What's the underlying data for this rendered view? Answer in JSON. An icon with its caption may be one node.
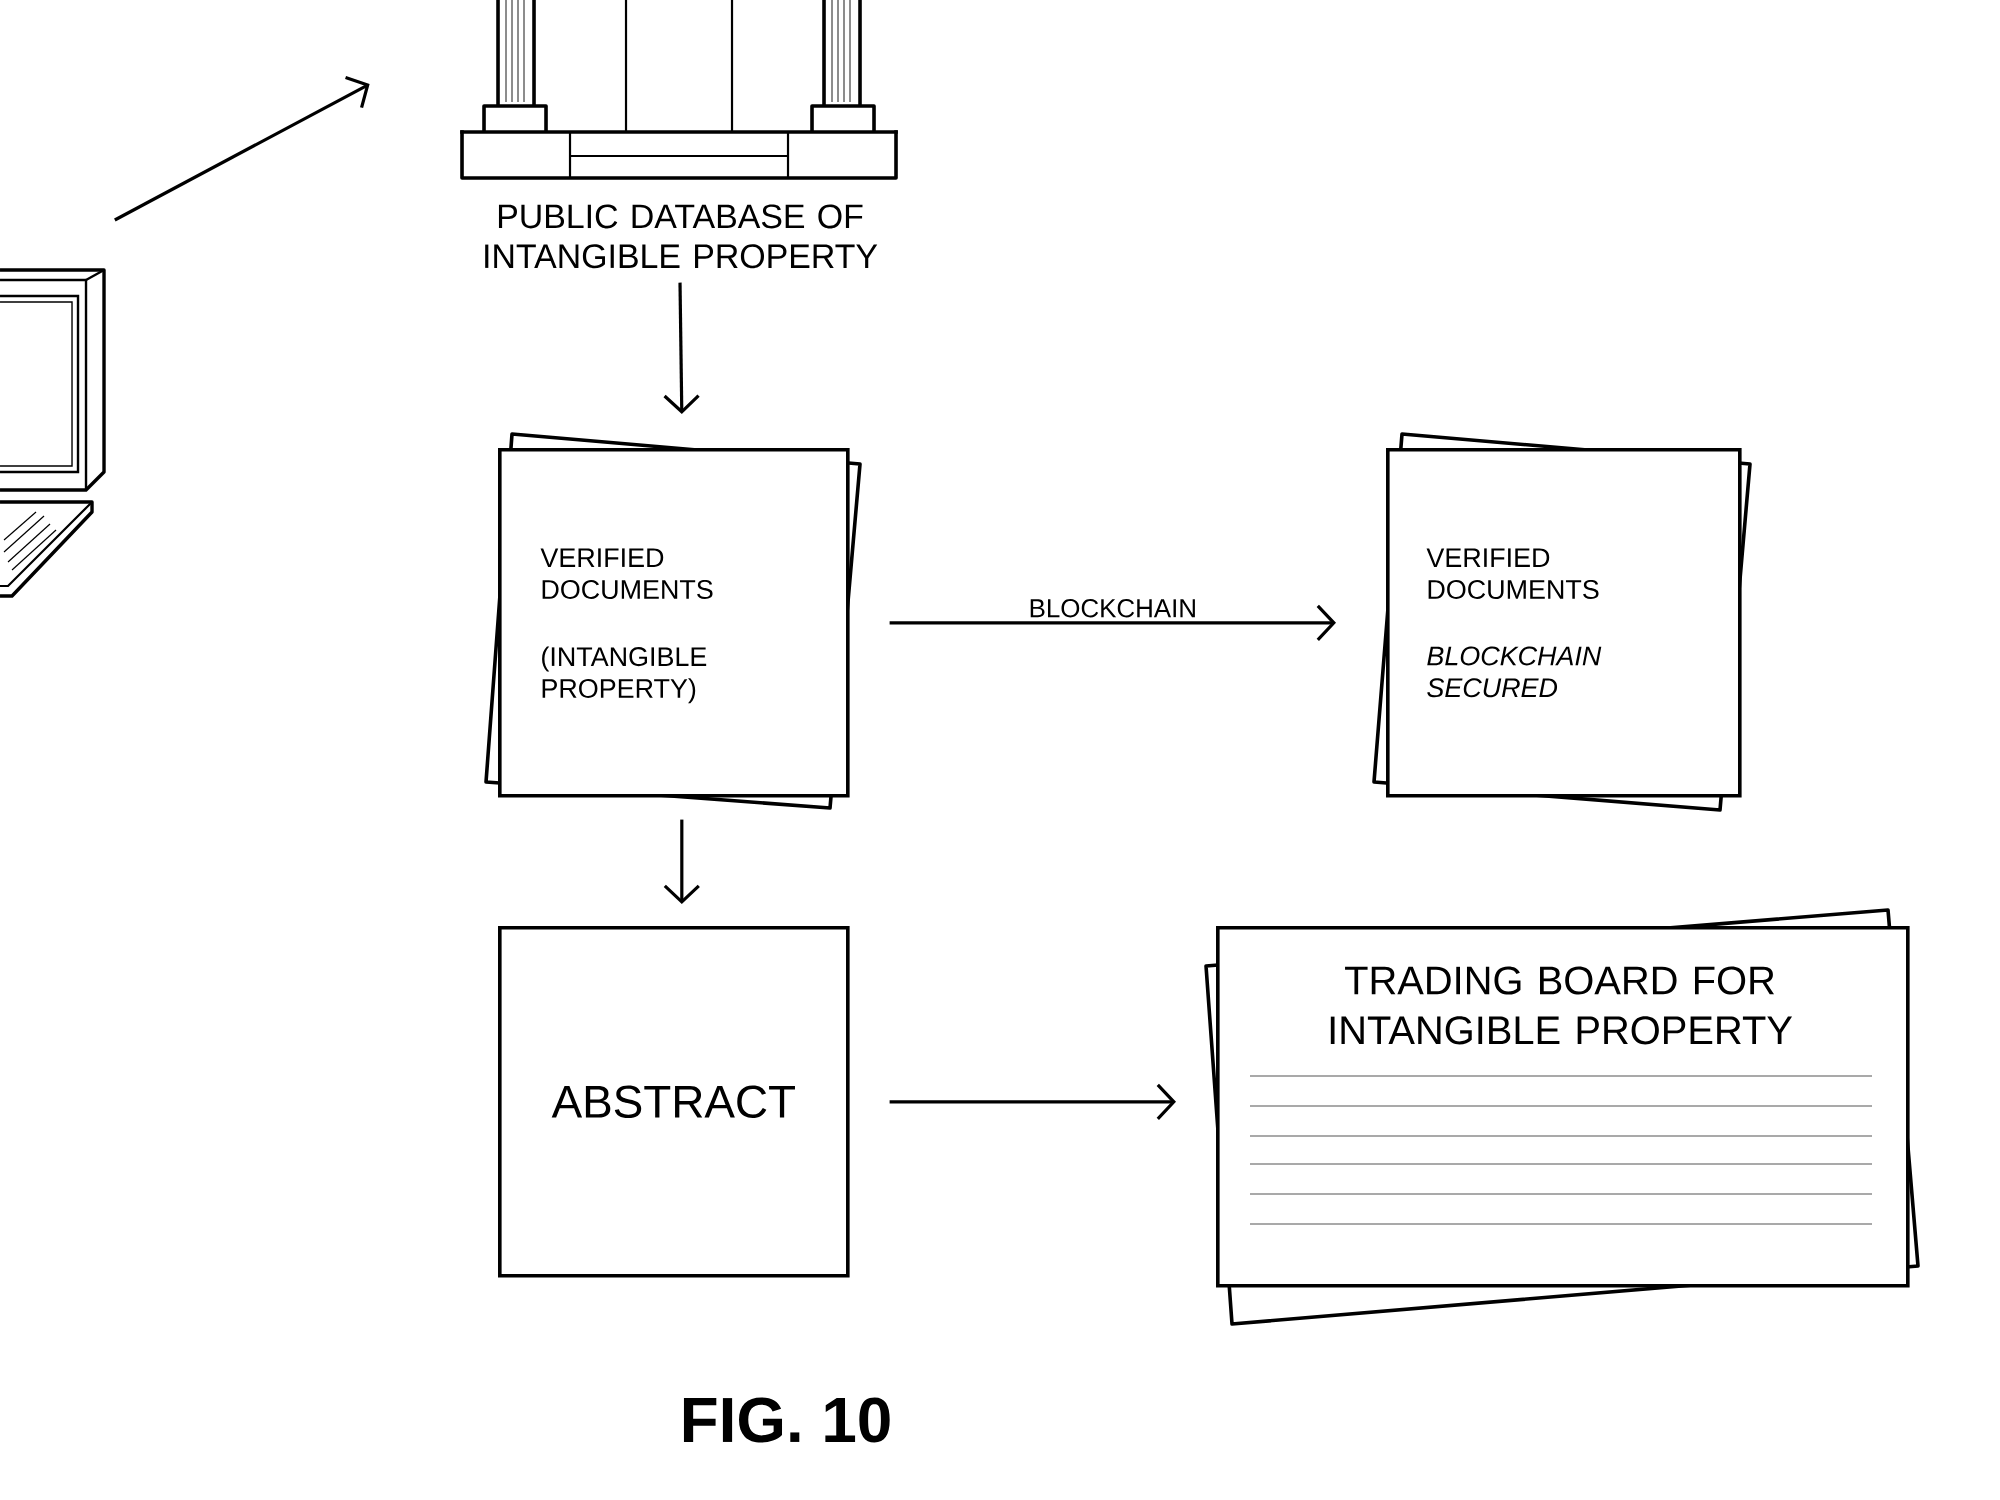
{
  "diagram": {
    "caption": "FIG. 10",
    "nodes": [
      {
        "text": [],
        "shape": "picture"
      },
      {
        "text": [
          "PUBLIC DATABASE OF INTANGIBLE PROPERTY"
        ]
      },
      {
        "text": [
          "VERIFIED DOCUMENTS",
          "(INTANGIBLE PROPERTY)"
        ]
      },
      {
        "text": [
          "VERIFIED DOCUMENTS",
          "BLOCKCHAIN SECURED"
        ]
      },
      {
        "text": [
          "ABSTRACT"
        ]
      },
      {
        "text": [
          "TRADING BOARD FOR INTANGIBLE PROPERTY"
        ]
      }
    ],
    "edges": [
      {
        "from": 0,
        "to": 1,
        "arrow": "to"
      },
      {
        "from": 1,
        "to": 2,
        "arrow": "to"
      },
      {
        "from": 2,
        "to": 3,
        "arrow": "to",
        "label": "BLOCKCHAIN"
      },
      {
        "from": 2,
        "to": 4,
        "arrow": "to"
      },
      {
        "from": 4,
        "to": 5,
        "arrow": "to"
      }
    ]
  }
}
